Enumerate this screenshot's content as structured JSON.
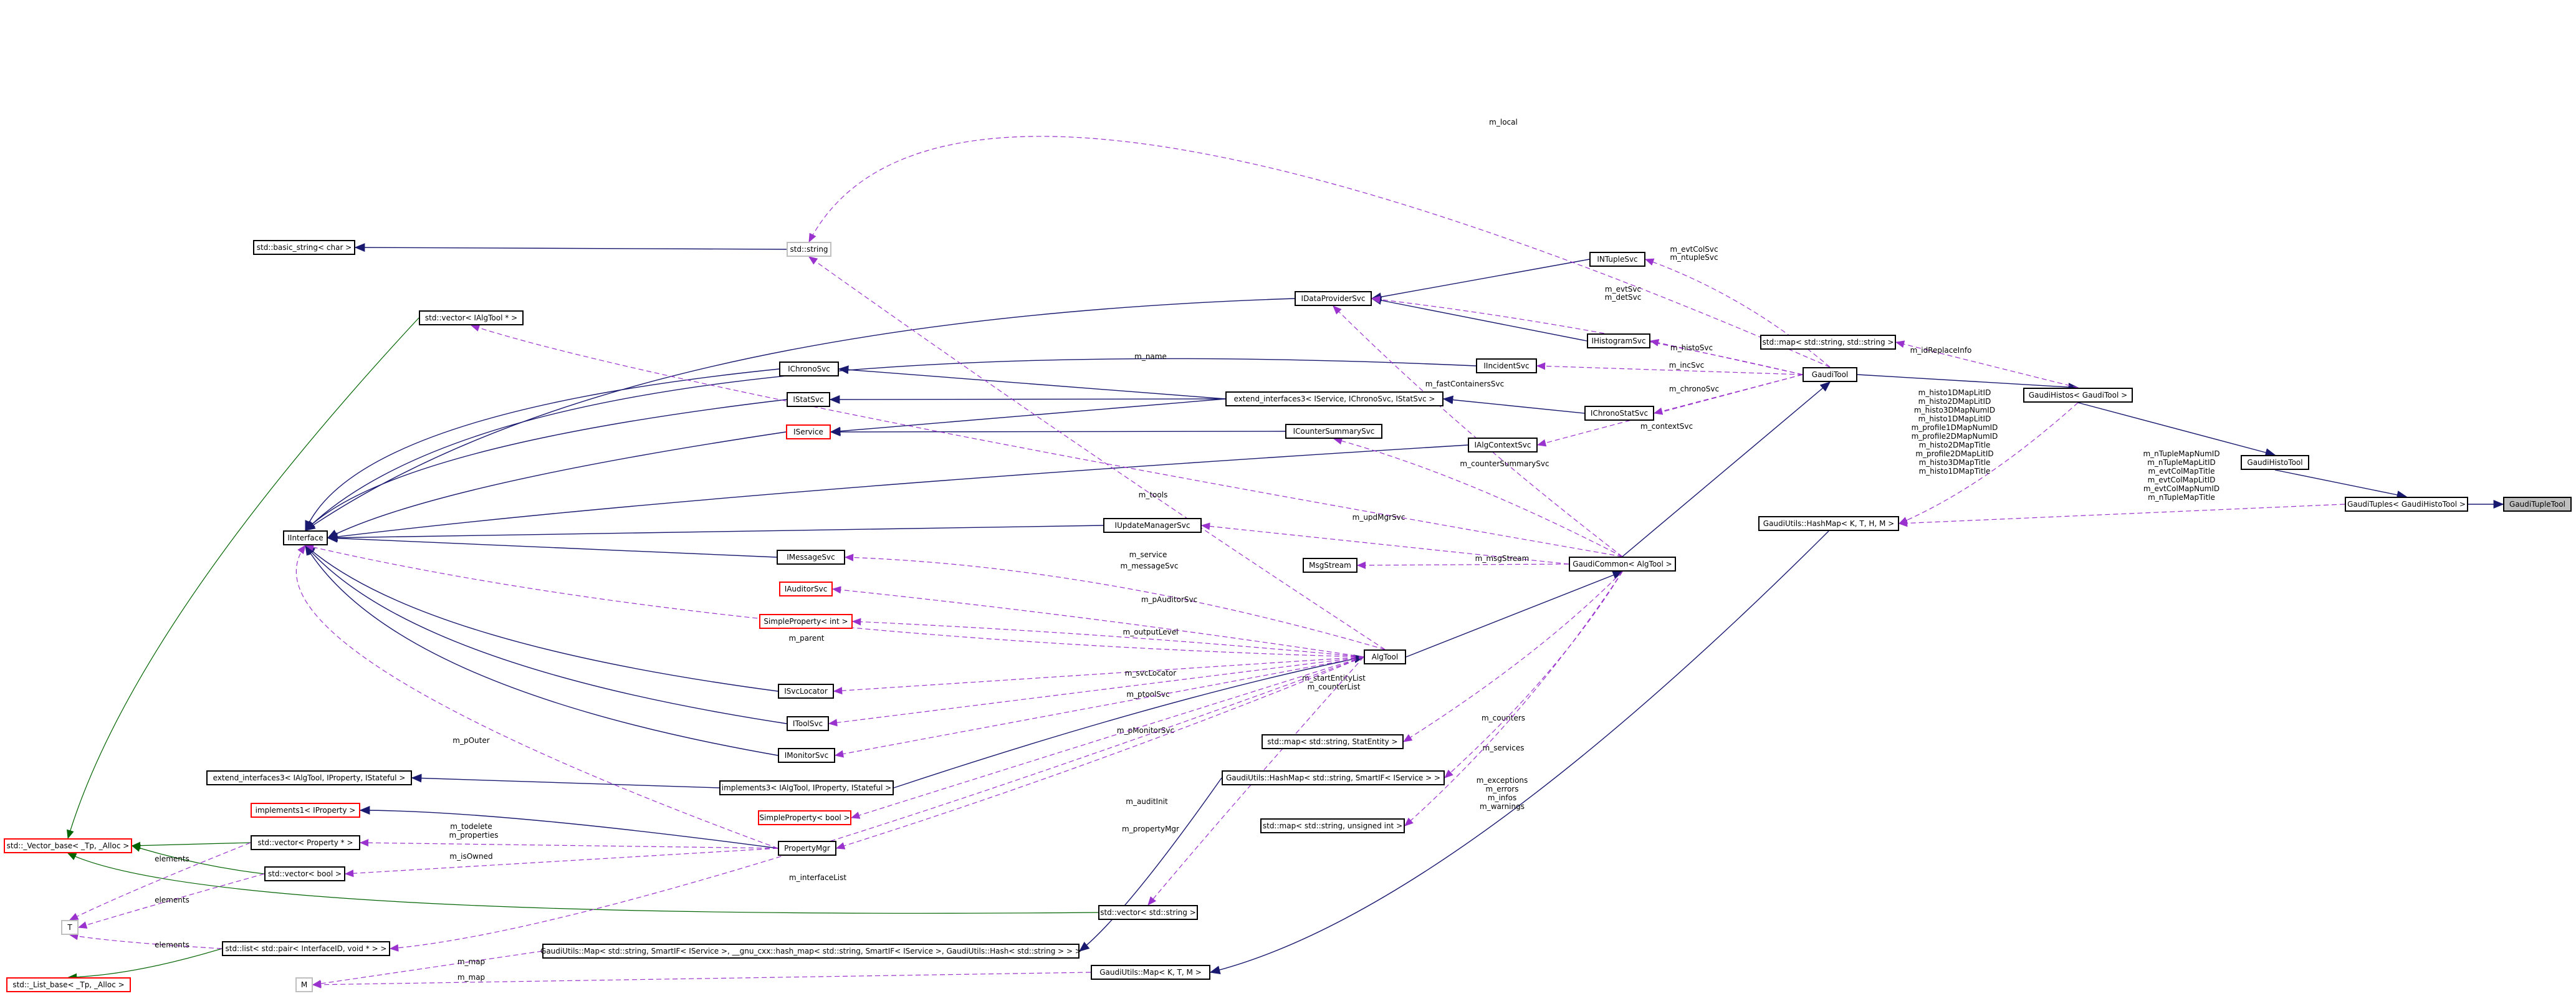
{
  "diagram": {
    "focus_node": "GaudiTupleTool",
    "nodes": {
      "gaudi_tuple_tool": "GaudiTupleTool",
      "gaudi_tuples": "GaudiTuples< GaudiHistoTool >",
      "gaudi_histo_tool": "GaudiHistoTool",
      "gaudi_histos": "GaudiHistos< GaudiTool >",
      "gaudi_tool": "GaudiTool",
      "gaudi_common": "GaudiCommon< AlgTool >",
      "alg_tool": "AlgTool",
      "hashmap_ktm": "GaudiUtils::HashMap< K, T, H, M >",
      "map_ktm": "GaudiUtils::Map< K, T, M >",
      "map_string_string": "std::map< std::string, std::string >",
      "idataprovider": "IDataProviderSvc",
      "intuple": "INTupleSvc",
      "ihistogram": "IHistogramSvc",
      "iincident": "IIncidentSvc",
      "ichronostat": "IChronoStatSvc",
      "ialgcontext": "IAlgContextSvc",
      "extend_interfaces3": "extend_interfaces3< IService, IChronoSvc, IStatSvc >",
      "ichrono": "IChronoSvc",
      "istat": "IStatSvc",
      "iservice": "IService",
      "icountersummary": "ICounterSummarySvc",
      "iupdatemanager": "IUpdateManagerSvc",
      "imessage": "IMessageSvc",
      "msgstream": "MsgStream",
      "iauditor": "IAuditorSvc",
      "simpleprop_int": "SimpleProperty< int >",
      "isvclocator": "ISvcLocator",
      "itoolsvc": "IToolSvc",
      "imonitor": "IMonitorSvc",
      "implements3": "implements3< IAlgTool, IProperty, IStateful >",
      "extend_interfaces3_alg": "extend_interfaces3< IAlgTool, IProperty, IStateful >",
      "implements1": "implements1< IProperty >",
      "simpleprop_bool": "SimpleProperty< bool >",
      "propertymgr": "PropertyMgr",
      "vector_property": "std::vector< Property * >",
      "vector_bool": "std::vector< bool >",
      "vector_string": "std::vector< std::string >",
      "list_pair": "std::list< std::pair< InterfaceID, void * > >",
      "gaudiutils_map_long": "GaudiUtils::Map< std::string, SmartIF< IService >, __gnu_cxx::hash_map< std::string, SmartIF< IService >, GaudiUtils::Hash< std::string > > >",
      "hashmap_string_smartif": "GaudiUtils::HashMap< std::string, SmartIF< IService > >",
      "map_string_stat": "std::map< std::string, StatEntity >",
      "map_string_uint": "std::map< std::string, unsigned int >",
      "vector_ialgtool": "std::vector< IAlgTool * >",
      "basic_string": "std::basic_string< char >",
      "std_string": "std::string",
      "iinterface": "IInterface",
      "vector_base": "std::_Vector_base< _Tp, _Alloc >",
      "list_base": "std::_List_base< _Tp, _Alloc >",
      "t": "T",
      "m": "M"
    },
    "edge_labels": {
      "m_local": "m_local",
      "m_evtColSvc": "m_evtColSvc",
      "m_ntupleSvc": "m_ntupleSvc",
      "m_evtSvc": "m_evtSvc",
      "m_detSvc": "m_detSvc",
      "m_histoSvc": "m_histoSvc",
      "m_idReplaceInfo": "m_idReplaceInfo",
      "m_incSvc": "m_incSvc",
      "m_chronoSvc": "m_chronoSvc",
      "m_contextSvc": "m_contextSvc",
      "m_name": "m_name",
      "m_fastContainersSvc": "m_fastContainersSvc",
      "m_counterSummarySvc": "m_counterSummarySvc",
      "m_tools": "m_tools",
      "m_updMgrSvc": "m_updMgrSvc",
      "m_service": "m_service",
      "m_messageSvc": "m_messageSvc",
      "m_msgStream": "m_msgStream",
      "m_pAuditorSvc": "m_pAuditorSvc",
      "m_outputLevel": "m_outputLevel",
      "m_parent": "m_parent",
      "m_svcLocator": "m_svcLocator",
      "m_ptoolSvc": "m_ptoolSvc",
      "m_startEntityList": "m_startEntityList",
      "m_counterList": "m_counterList",
      "m_pMonitorSvc": "m_pMonitorSvc",
      "m_counters": "m_counters",
      "m_services": "m_services",
      "m_pOuter": "m_pOuter",
      "m_auditInit": "m_auditInit",
      "m_exceptions": "m_exceptions",
      "m_errors": "m_errors",
      "m_infos": "m_infos",
      "m_warnings": "m_warnings",
      "m_todelete": "m_todelete",
      "m_properties": "m_properties",
      "m_propertyMgr": "m_propertyMgr",
      "m_isOwned": "m_isOwned",
      "m_interfaceList": "m_interfaceList",
      "elements": "elements",
      "m_map": "m_map",
      "histo_ids": [
        "m_histo1DMapLitID",
        "m_histo2DMapLitID",
        "m_histo3DMapNumID",
        "m_histo1DMapLitID",
        "m_profile1DMapNumID",
        "m_profile2DMapNumID",
        "m_histo2DMapTitle",
        "m_profile2DMapLitID",
        "m_histo3DMapTitle",
        "m_histo1DMapTitle"
      ],
      "tuple_ids": [
        "m_nTupleMapNumID",
        "m_nTupleMapLitID",
        "m_evtColMapTitle",
        "m_evtColMapLitID",
        "m_evtColMapNumID",
        "m_nTupleMapTitle"
      ]
    },
    "colors": {
      "inheritance": "#191970",
      "usage": "#9a32cd",
      "template": "#006400",
      "focus_fill": "#bfbfbf",
      "template_border": "#ff0000"
    }
  }
}
